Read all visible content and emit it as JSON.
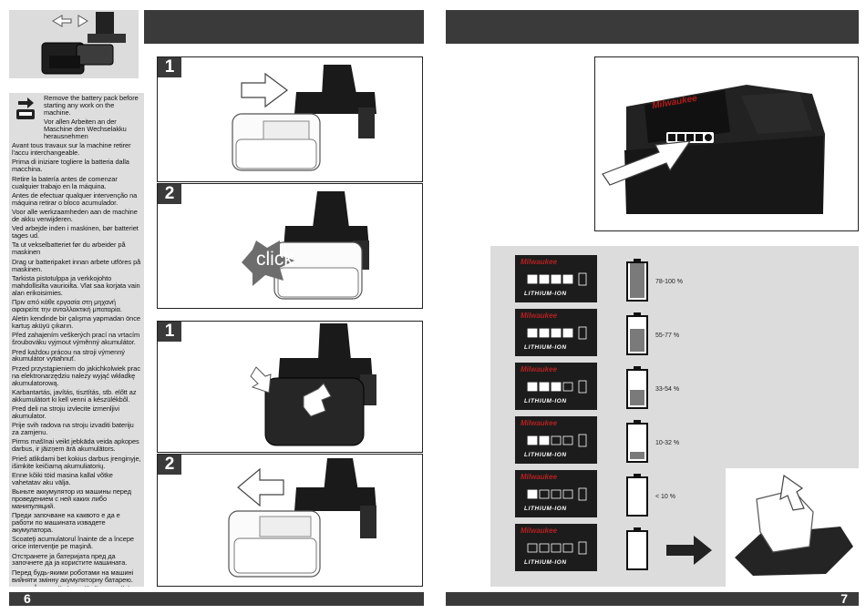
{
  "pages": {
    "left_number": "6",
    "right_number": "7"
  },
  "steps": {
    "remove": {
      "first": "1",
      "second": "2"
    },
    "insert": {
      "first": "1",
      "second": "2"
    },
    "click_word": "click"
  },
  "warnings": [
    "Remove the battery pack before starting any work on the machine.",
    "Vor allen Arbeiten an der Maschine den Wechselakku herausnehmen",
    "Avant tous travaux sur la machine retirer l'accu interchangeable.",
    "Prima di iniziare togliere la batteria dalla macchina.",
    "Retire la batería antes de comenzar cualquier trabajo en la máquina.",
    "Antes de efectuar qualquer intervenção na máquina retirar o bloco acumulador.",
    "Voor alle werkzaamheden aan de machine de akku verwijderen.",
    "Ved arbejde inden i maskinen, bør batteriet tages ud.",
    "Ta ut vekselbatteriet før du arbeider på maskinen",
    "Drag ur batteripaket innan arbete utföres på maskinen.",
    "Tarkista pistotulppa ja verkkojohto mahdollisilta vaurioilta. Vlat saa korjata vain alan erikoisimies.",
    "Πριν από κάθε εργασία στη μηχανή αφαιρείτε την ανταλλακτική μπαταρία.",
    "Aletin kendinde bir çalışma yapmadan önce kartuş aküyü çıkarın.",
    "Před zahajením veškerých prací na vrtacím šroubováku vyjmout výměnný akumulátor.",
    "Pred každou prácou na stroji výmenný akumulátor vytiahnuť.",
    "Przed przystąpieniem do jakichkolwiek prac na elektronarzędziu należy wyjąć wkładkę akumulatorową.",
    "Karbantartás, javítás, tisztítás, stb. előtt az akkumulátort ki kell venni a készülékből.",
    "Pred deli na stroju izvlecite izmenljivi akumulator.",
    "Prije svih radova na stroju izvaditi bateriju za zamjenu.",
    "Pirms mašīnai veikt jebkāda veida apkopes darbus, ir jāizņem ārā akumulātors.",
    "Prieš atlikdami bet kokius darbus įrenginyje, išimkite keičiamą akumuliatorių.",
    "Enne kõiki töid masina kallal võtke vahetatav aku välja.",
    "Выньте аккумулятор из машины перед проведением с ней каких либо манипуляций.",
    "Преди започване на каквото е да е работи по машината извадете акумулатора.",
    "Scoateţi acumulatorul înainte de a începe orice intervenţie pe maşină.",
    "Отстранете ја батеријата пред да започнете да ја користите машината.",
    "Перед будь-якими роботами на машині вийняти змінну акумуляторну батарею.",
    "قم بإزالة حزمة البطارية قبل البدء في أي أعمال على الجهاز."
  ],
  "battery_levels": [
    {
      "label": "78-100 %",
      "fill": 1.0
    },
    {
      "label": "55-77 %",
      "fill": 0.66
    },
    {
      "label": "33-54 %",
      "fill": 0.44
    },
    {
      "label": "10-32 %",
      "fill": 0.22
    },
    {
      "label": "< 10 %",
      "fill": 0.0
    },
    {
      "label": "",
      "fill": 0.0
    }
  ],
  "brand": {
    "logo": "Milwaukee",
    "tagline": "LITHIUM-ION"
  },
  "colors": {
    "level_fill": "#7a7a7a",
    "dark": "#3a3a3a",
    "panel": "#dedede"
  }
}
